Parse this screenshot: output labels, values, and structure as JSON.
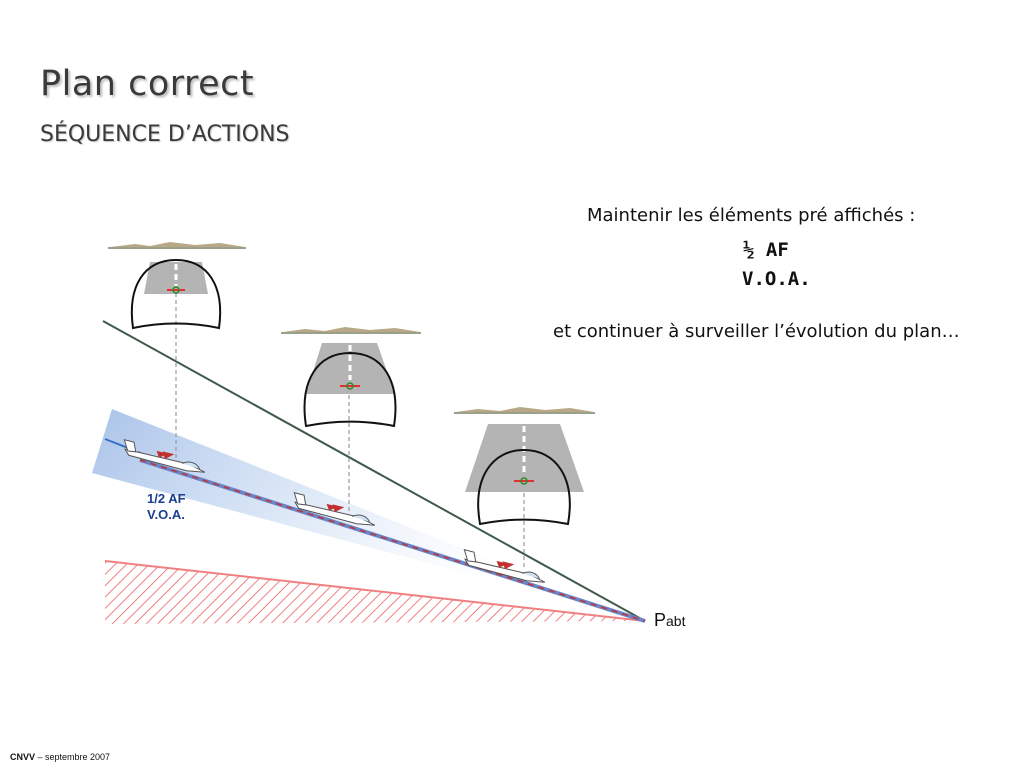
{
  "title": "Plan correct",
  "subtitle": "SÉQUENCE D’ACTIONS",
  "text": {
    "intro": "Maintenir les éléments pré affichés :",
    "item1": "½ AF",
    "item2": "V.O.A.",
    "continue": "et continuer à surveiller l’évolution du plan…"
  },
  "diagram": {
    "label_af": "1/2 AF",
    "label_voa": "V.O.A.",
    "point_letter": "P",
    "point_sub": "abt"
  },
  "footer": {
    "brand": "CNVV",
    "rest": " – septembre 2007"
  },
  "colors": {
    "glide_line": "#3f5a4a",
    "ground_hatch": "#f08080",
    "cone": "#b8cdea",
    "runway": "#b4b4b4",
    "label_blue": "#1a3f8f",
    "path_red": "#c23030",
    "path_blue": "#6a86c8"
  }
}
